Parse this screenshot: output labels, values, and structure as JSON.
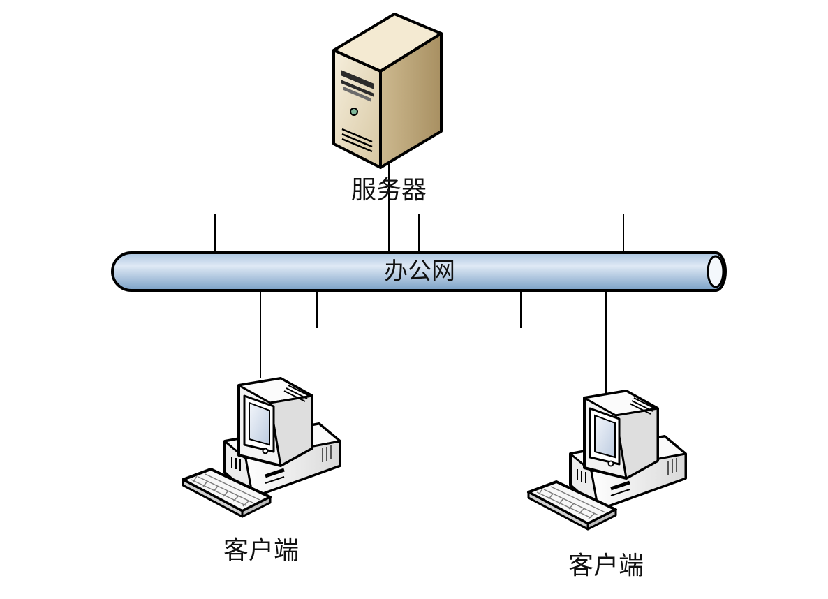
{
  "diagram": {
    "server_label": "服务器",
    "network_label": "办公网",
    "client_left_label": "客户端",
    "client_right_label": "客户端"
  },
  "icons": {
    "server": "server-icon",
    "client": "desktop-computer-icon"
  },
  "colors": {
    "bus_fill_light": "#dbe7f4",
    "bus_fill_dark": "#7ea6cc",
    "server_beige": "#e8dcc0",
    "server_shadow": "#c8b58e",
    "line": "#000000"
  }
}
